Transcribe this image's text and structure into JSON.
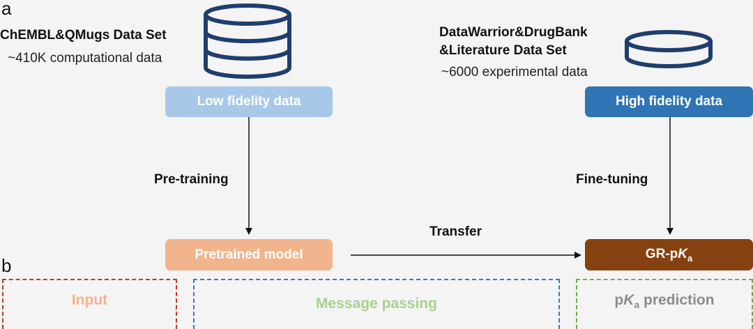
{
  "panel_a": {
    "label": "a",
    "low": {
      "dataset_title": "ChEMBL&QMugs Data Set",
      "dataset_sub": "~410K computational data",
      "box_label": "Low fidelity data",
      "box_color": "#a8c8ea"
    },
    "high": {
      "dataset_title_line1": "DataWarrior&DrugBank",
      "dataset_title_line2": "&Literature Data Set",
      "dataset_sub": "~6000 experimental data",
      "box_label": "High fidelity data",
      "box_color": "#2f75b5"
    },
    "pretraining_label": "Pre-training",
    "finetuning_label": "Fine-tuning",
    "transfer_label": "Transfer",
    "pretrained": {
      "box_label": "Pretrained model",
      "box_color": "#f2b48c"
    },
    "gr": {
      "prefix": "GR-p",
      "k": "K",
      "sub": "a",
      "box_color": "#85410f"
    }
  },
  "panel_b": {
    "label": "b",
    "input": {
      "title": "Input",
      "color": "#f2b48c",
      "border": "#c0392b"
    },
    "message": {
      "title": "Message passing",
      "color": "#a9d18e",
      "border": "#4472c4"
    },
    "pka": {
      "prefix": "p",
      "k": "K",
      "sub": "a",
      "suffix": " prediction",
      "color": "#8c8c8c",
      "border": "#70ad47"
    }
  }
}
